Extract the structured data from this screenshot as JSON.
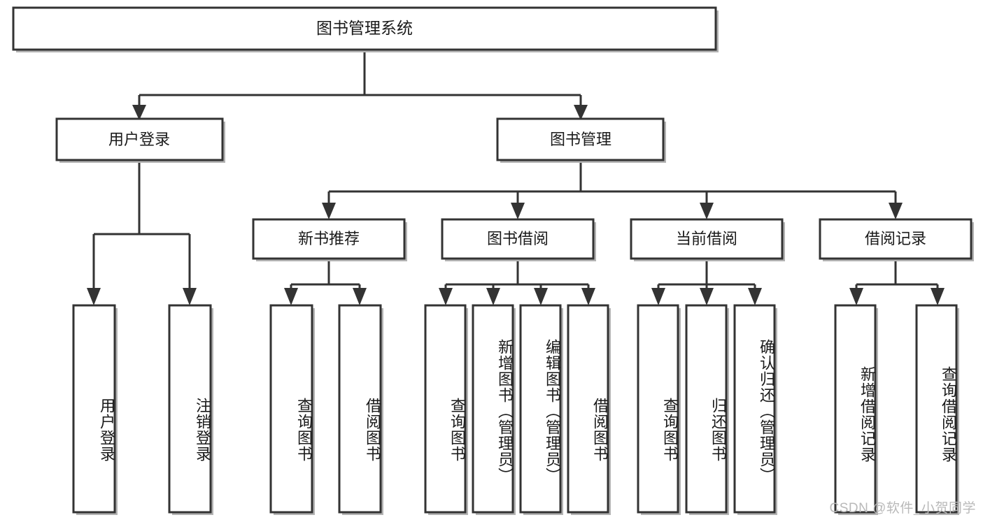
{
  "diagram": {
    "title": "图书管理系统",
    "type": "hierarchy-tree",
    "watermark": "CSDN @软件_小贺同学",
    "colors": {
      "box_stroke": "#333333",
      "box_fill": "#ffffff",
      "connector": "#333333",
      "text": "#1a1a1a",
      "watermark": "#b9b9b9",
      "background": "#ffffff"
    },
    "levels": [
      {
        "level": 1,
        "nodes": [
          {
            "id": "root",
            "label": "图书管理系统",
            "orientation": "horizontal"
          }
        ]
      },
      {
        "level": 2,
        "nodes": [
          {
            "id": "user-login",
            "label": "用户登录",
            "orientation": "horizontal",
            "parent": "root"
          },
          {
            "id": "book-manage",
            "label": "图书管理",
            "orientation": "horizontal",
            "parent": "root"
          }
        ]
      },
      {
        "level": 3,
        "nodes": [
          {
            "id": "new-book-rec",
            "label": "新书推荐",
            "orientation": "horizontal",
            "parent": "book-manage"
          },
          {
            "id": "book-borrow",
            "label": "图书借阅",
            "orientation": "horizontal",
            "parent": "book-manage"
          },
          {
            "id": "current-borrow",
            "label": "当前借阅",
            "orientation": "horizontal",
            "parent": "book-manage"
          },
          {
            "id": "borrow-record",
            "label": "借阅记录",
            "orientation": "horizontal",
            "parent": "book-manage"
          }
        ]
      },
      {
        "level": 4,
        "nodes": [
          {
            "id": "leaf-user-login",
            "label": "用户登录",
            "orientation": "vertical",
            "parent": "user-login"
          },
          {
            "id": "leaf-logout",
            "label": "注销登录",
            "orientation": "vertical",
            "parent": "user-login"
          },
          {
            "id": "leaf-query-book-1",
            "label": "查询图书",
            "orientation": "vertical",
            "parent": "new-book-rec"
          },
          {
            "id": "leaf-borrow-book-1",
            "label": "借阅图书",
            "orientation": "vertical",
            "parent": "new-book-rec"
          },
          {
            "id": "leaf-query-book-2",
            "label": "查询图书",
            "orientation": "vertical",
            "parent": "book-borrow"
          },
          {
            "id": "leaf-add-book",
            "label": "新增图书（管理员）",
            "orientation": "vertical",
            "parent": "book-borrow"
          },
          {
            "id": "leaf-edit-book",
            "label": "编辑图书（管理员）",
            "orientation": "vertical",
            "parent": "book-borrow"
          },
          {
            "id": "leaf-borrow-book-2",
            "label": "借阅图书",
            "orientation": "vertical",
            "parent": "book-borrow"
          },
          {
            "id": "leaf-query-book-3",
            "label": "查询图书",
            "orientation": "vertical",
            "parent": "current-borrow"
          },
          {
            "id": "leaf-return-book",
            "label": "归还图书",
            "orientation": "vertical",
            "parent": "current-borrow"
          },
          {
            "id": "leaf-confirm-return",
            "label": "确认归还（管理员）",
            "orientation": "vertical",
            "parent": "current-borrow"
          },
          {
            "id": "leaf-add-record",
            "label": "新增借阅记录",
            "orientation": "vertical",
            "parent": "borrow-record"
          },
          {
            "id": "leaf-query-record",
            "label": "查询借阅记录",
            "orientation": "vertical",
            "parent": "borrow-record"
          }
        ]
      }
    ]
  }
}
